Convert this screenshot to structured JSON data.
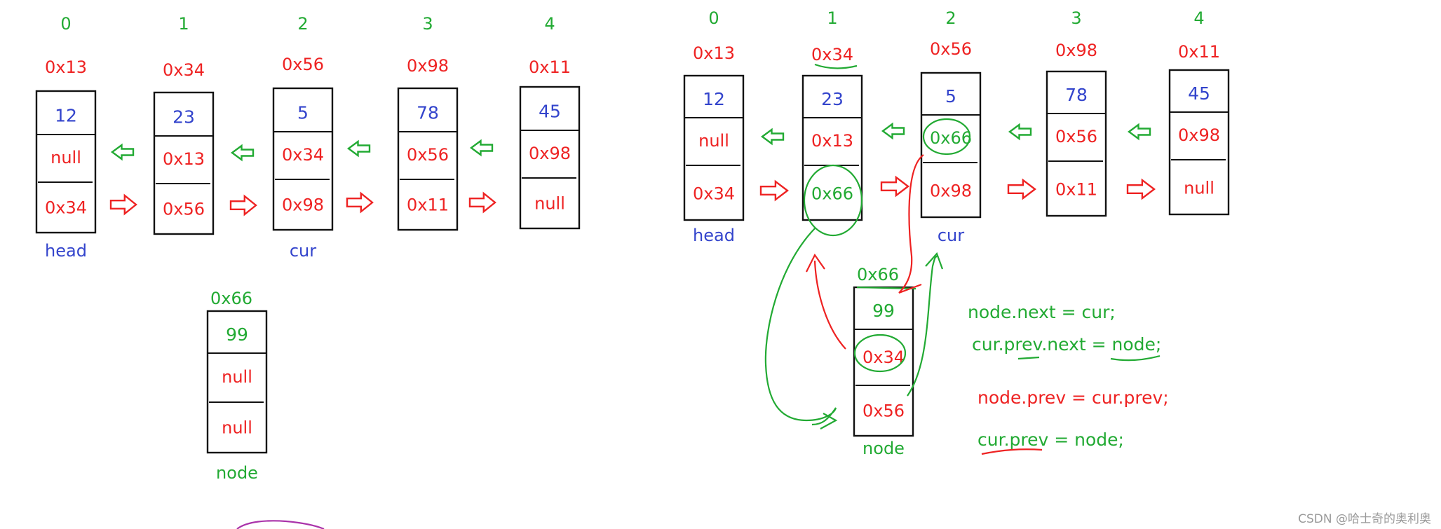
{
  "colors": {
    "green": "#22aa33",
    "red": "#ee2222",
    "blue": "#3344cc",
    "box": "#111111",
    "purple": "#aa33aa",
    "watermark": "#9a9a9a"
  },
  "left_diagram": {
    "nodes": [
      {
        "index": "0",
        "address": "0x13",
        "val": "12",
        "prev": "null",
        "next": "0x34",
        "label": "head"
      },
      {
        "index": "1",
        "address": "0x34",
        "val": "23",
        "prev": "0x13",
        "next": "0x56",
        "label": ""
      },
      {
        "index": "2",
        "address": "0x56",
        "val": "5",
        "prev": "0x34",
        "next": "0x98",
        "label": "cur"
      },
      {
        "index": "3",
        "address": "0x98",
        "val": "78",
        "prev": "0x56",
        "next": "0x11",
        "label": ""
      },
      {
        "index": "4",
        "address": "0x11",
        "val": "45",
        "prev": "0x98",
        "next": "null",
        "label": ""
      }
    ],
    "new_node": {
      "address": "0x66",
      "val": "99",
      "prev": "null",
      "next": "null",
      "label": "node"
    }
  },
  "right_diagram": {
    "nodes": [
      {
        "index": "0",
        "address": "0x13",
        "val": "12",
        "prev": "null",
        "next": "0x34",
        "label": "head"
      },
      {
        "index": "1",
        "address": "0x34",
        "val": "23",
        "prev": "0x13",
        "next": "0x66",
        "label": ""
      },
      {
        "index": "2",
        "address": "0x56",
        "val": "5",
        "prev": "0x66",
        "next": "0x98",
        "label": "cur"
      },
      {
        "index": "3",
        "address": "0x98",
        "val": "78",
        "prev": "0x56",
        "next": "0x11",
        "label": ""
      },
      {
        "index": "4",
        "address": "0x11",
        "val": "45",
        "prev": "0x98",
        "next": "null",
        "label": ""
      }
    ],
    "new_node": {
      "address": "0x66",
      "val": "99",
      "prev": "0x34",
      "next": "0x56",
      "label": "node"
    },
    "code": [
      "node.next = cur;",
      "cur.prev.next = node;",
      "node.prev =  cur.prev;",
      "cur.prev = node;"
    ]
  },
  "watermark": "CSDN @哈士奇的奥利奥"
}
